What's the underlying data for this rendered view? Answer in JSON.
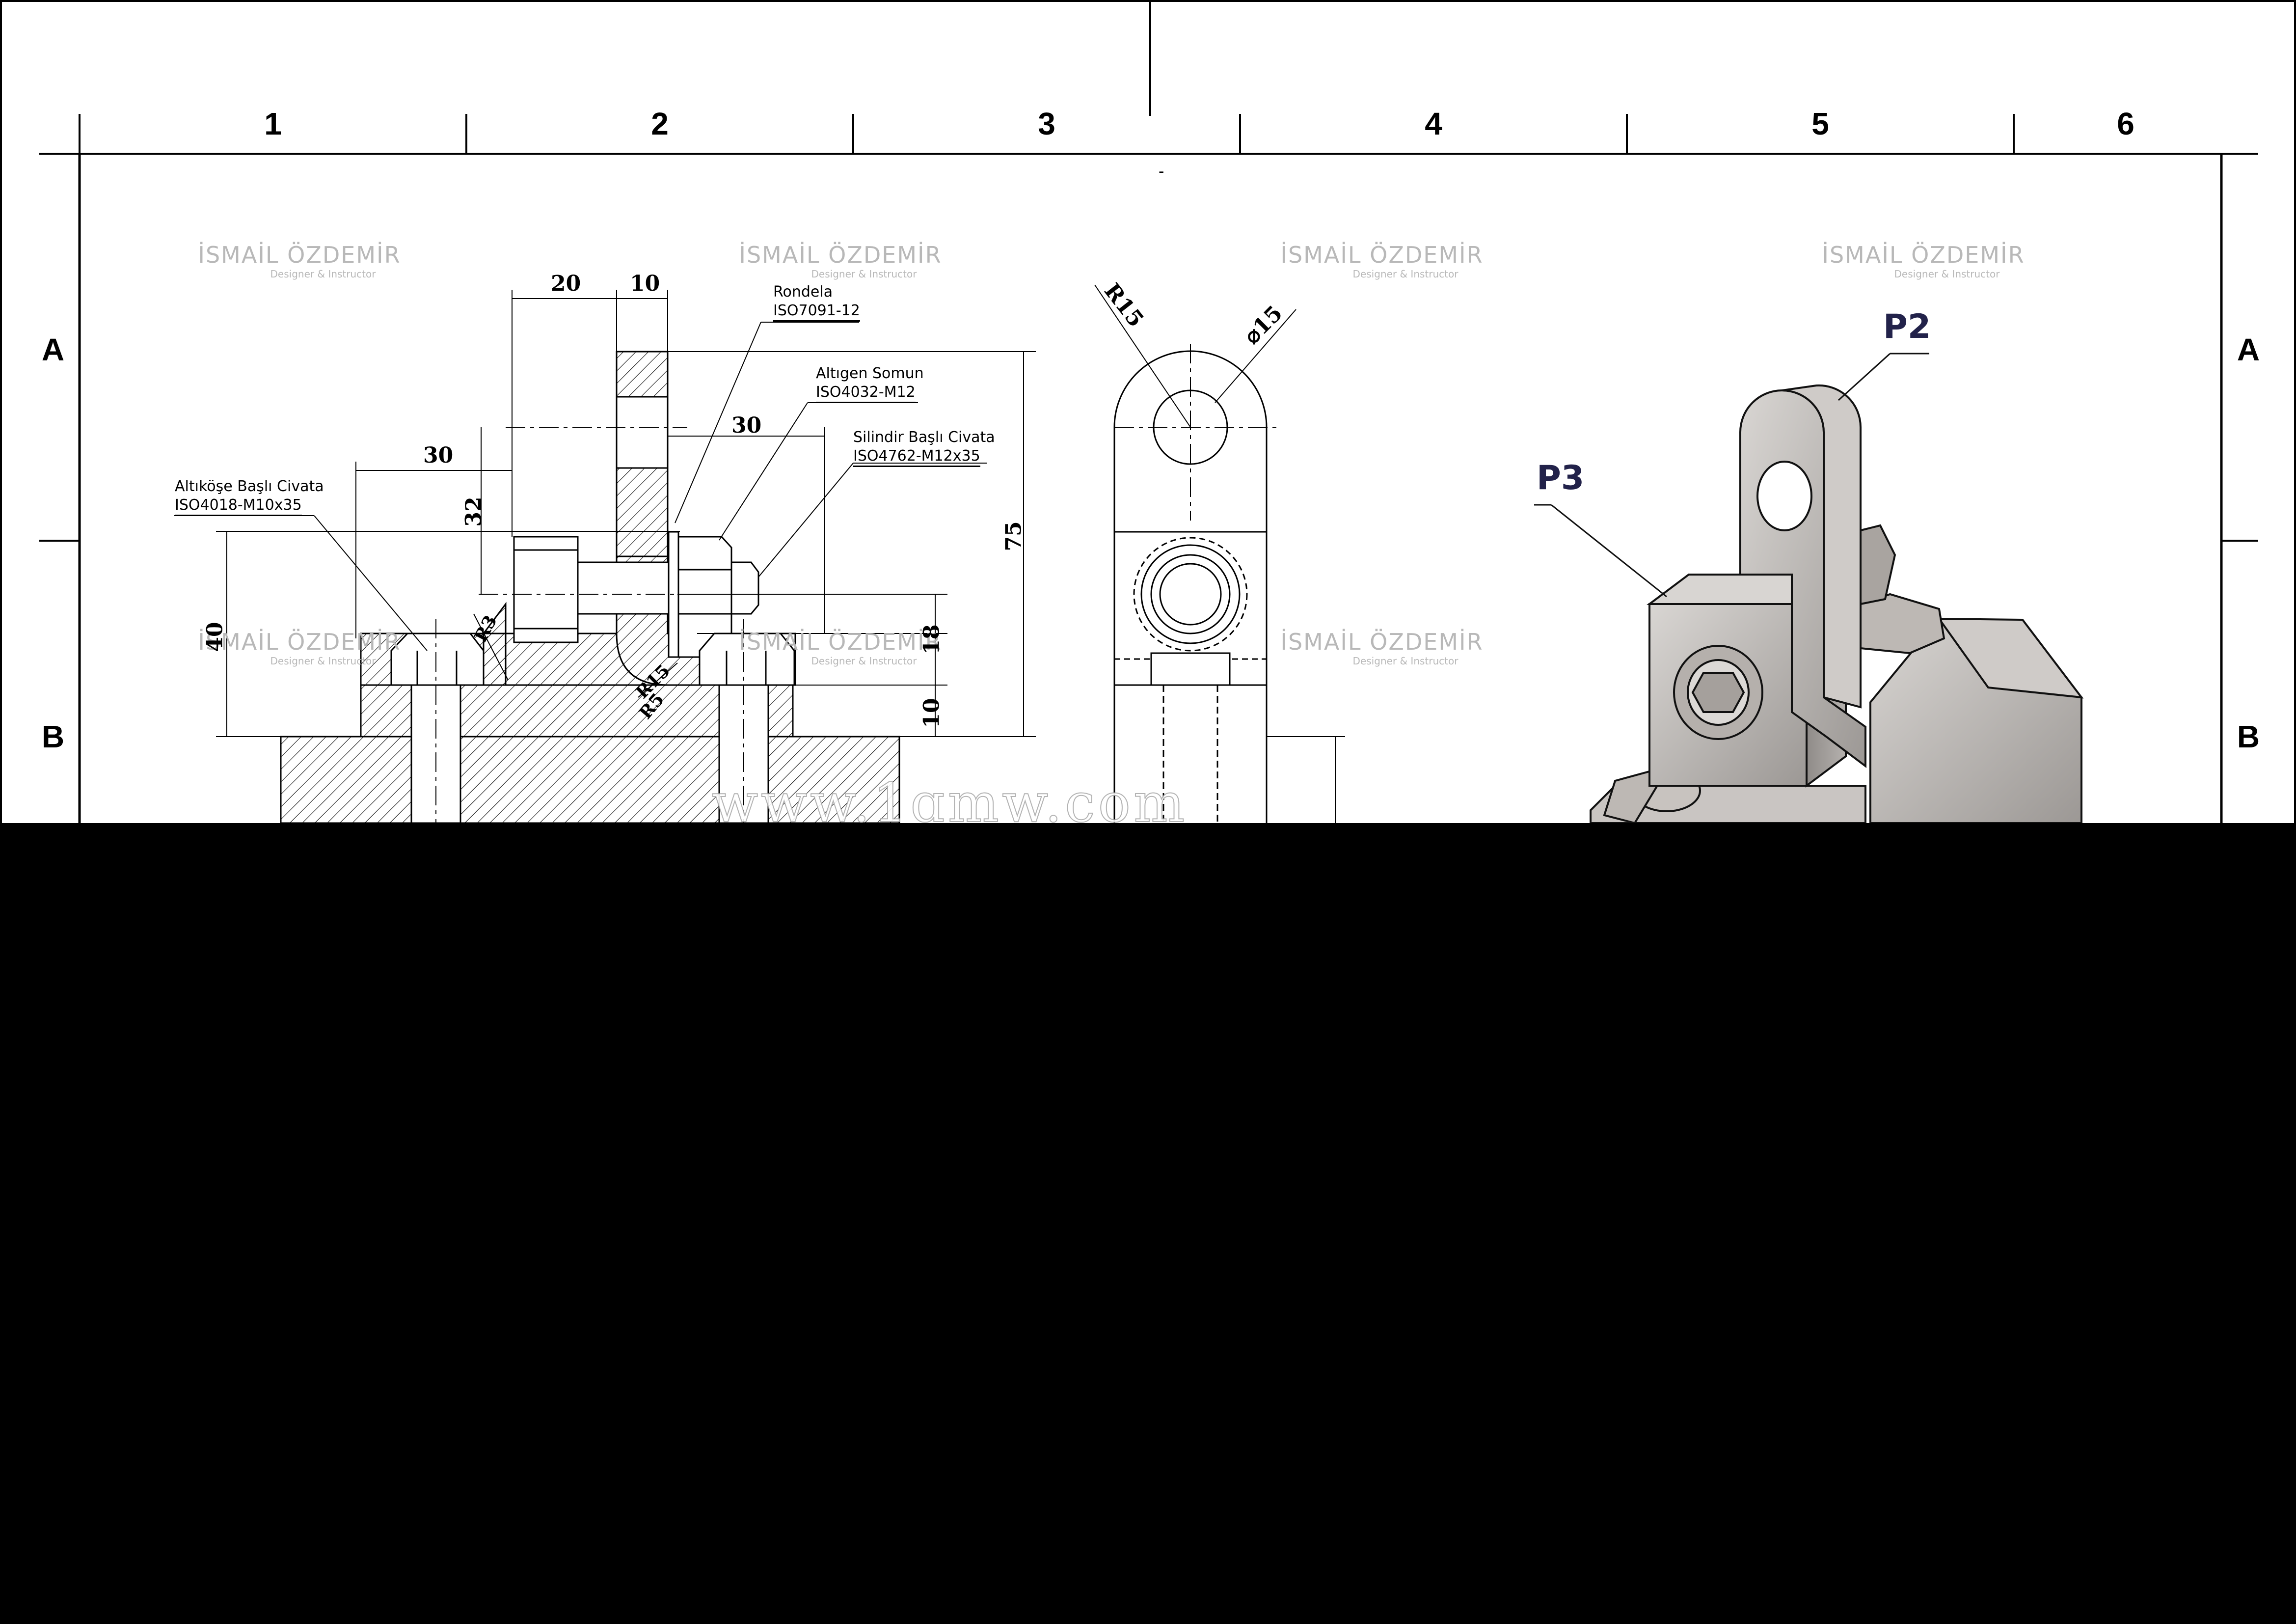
{
  "frame": {
    "zone_numbers": [
      "1",
      "2",
      "3",
      "4",
      "5",
      "6"
    ],
    "zone_letters_left": [
      "A",
      "B"
    ],
    "zone_letters_right": [
      "A",
      "B"
    ],
    "top_dash": "-"
  },
  "watermark": {
    "name": "İSMAİL ÖZDEMİR",
    "role": "Designer & Instructor"
  },
  "callouts": {
    "washer": {
      "name": "Rondela",
      "code": "ISO7091-12"
    },
    "hex_nut": {
      "name": "Altıgen Somun",
      "code": "ISO4032-M12"
    },
    "socket_screw": {
      "name": "Silindir Başlı Civata",
      "code": "ISO4762-M12x35"
    },
    "hex_bolt": {
      "name": "Altıköşe Başlı Civata",
      "code": "ISO4018-M10x35"
    }
  },
  "dimensions": {
    "d20": "20",
    "d10_top": "10",
    "d30_left": "30",
    "d30_mid": "30",
    "d32": "32",
    "d75": "75",
    "d40": "40",
    "d18": "18",
    "d10_right": "10",
    "r3": "R3",
    "r15_section": "R15",
    "r5": "R5",
    "r15_side": "R15",
    "dia15": "⌀15"
  },
  "part_tags": {
    "p2": "P2",
    "p3": "P3"
  },
  "site_watermark": "www.1ɑmw.com",
  "colors": {
    "background": "#000000",
    "sheet": "#ffffff",
    "tag": "#22224a",
    "watermark": "#b8b8b8"
  }
}
